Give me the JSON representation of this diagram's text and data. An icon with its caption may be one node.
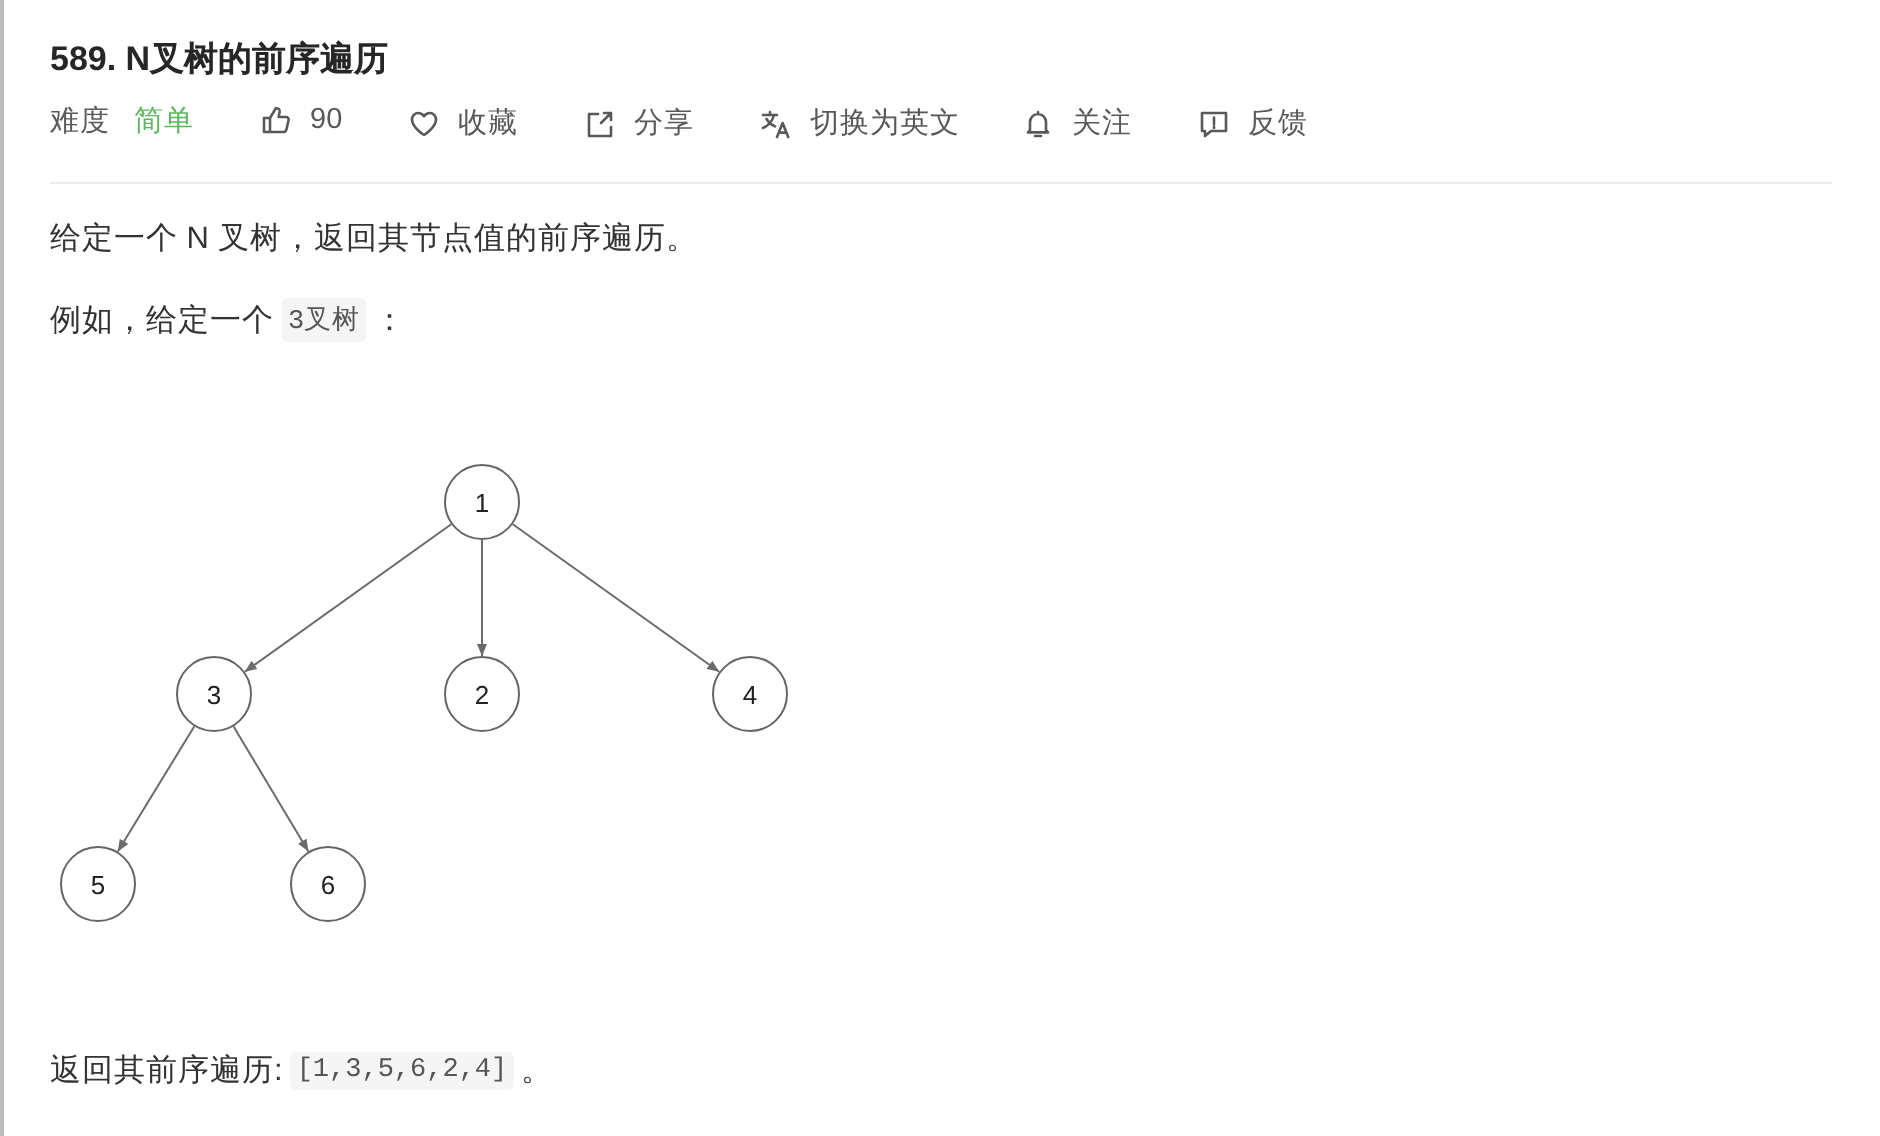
{
  "diagram": {
    "title": "589. N叉树的前序遍历",
    "nodes": [
      {
        "text": [
          "1"
        ]
      },
      {
        "text": [
          "3"
        ]
      },
      {
        "text": [
          "2"
        ]
      },
      {
        "text": [
          "4"
        ]
      },
      {
        "text": [
          "5"
        ]
      },
      {
        "text": [
          "6"
        ]
      }
    ],
    "edges": [
      {
        "from": 0,
        "to": 1,
        "arrow": "to"
      },
      {
        "from": 0,
        "to": 2,
        "arrow": "to"
      },
      {
        "from": 0,
        "to": 3,
        "arrow": "to"
      },
      {
        "from": 1,
        "to": 4,
        "arrow": "to"
      },
      {
        "from": 1,
        "to": 5,
        "arrow": "to"
      }
    ],
    "labels": [
      "难度",
      "简单",
      "90",
      "收藏",
      "分享",
      "切换为英文",
      "关注",
      "反馈",
      "给定一个 N 叉树，返回其节点值的前序遍历。",
      "例如，给定一个",
      "3叉树",
      "：",
      "返回其前序遍历:",
      "[1,3,5,6,2,4]",
      "。"
    ]
  }
}
